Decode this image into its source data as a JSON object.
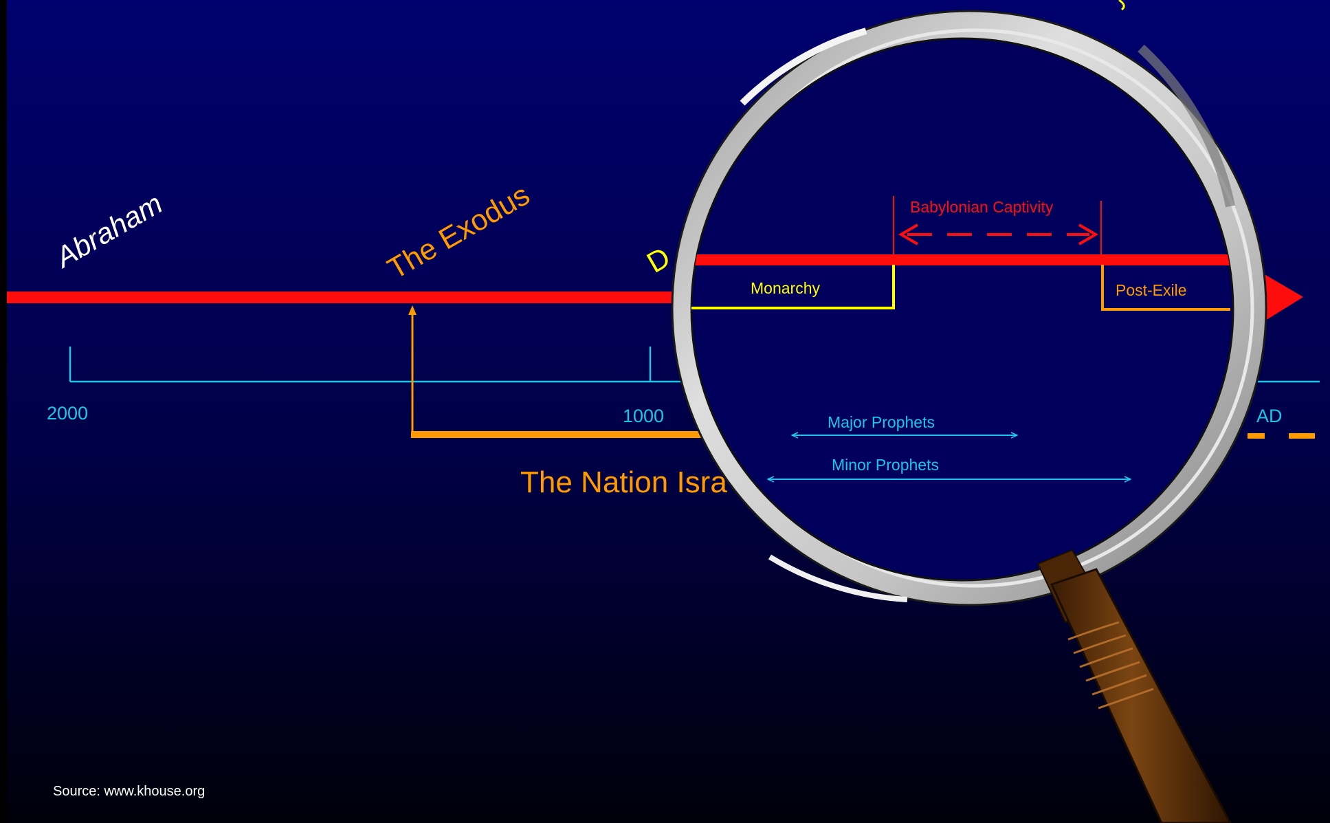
{
  "timeline": {
    "labels": {
      "abraham": "Abraham",
      "exodus": "The Exodus",
      "david_partial": "D",
      "nation_partial": "The Nation Isra"
    },
    "ticks": {
      "t2000": "2000",
      "t1000": "1000",
      "ad_partial": "AD"
    }
  },
  "magnified": {
    "babylonian_captivity": "Babylonian Captivity",
    "monarchy": "Monarchy",
    "post_exile": "Post-Exile",
    "major_prophets": "Major Prophets",
    "minor_prophets": "Minor Prophets"
  },
  "source": "Source: www.khouse.org",
  "colors": {
    "background_top": "#00006b",
    "background_bottom": "#000000",
    "timeline_red": "#ff0d0d",
    "axis_cyan": "#19c6e6",
    "exodus_orange": "#ff9a00",
    "monarchy_yellow": "#ffff00",
    "lens_rim": "#b9b9b9",
    "handle_brown": "#6b3a0c"
  },
  "icons": {
    "magnifier": "magnifying-glass-icon",
    "arrow": "arrowhead-icon"
  }
}
